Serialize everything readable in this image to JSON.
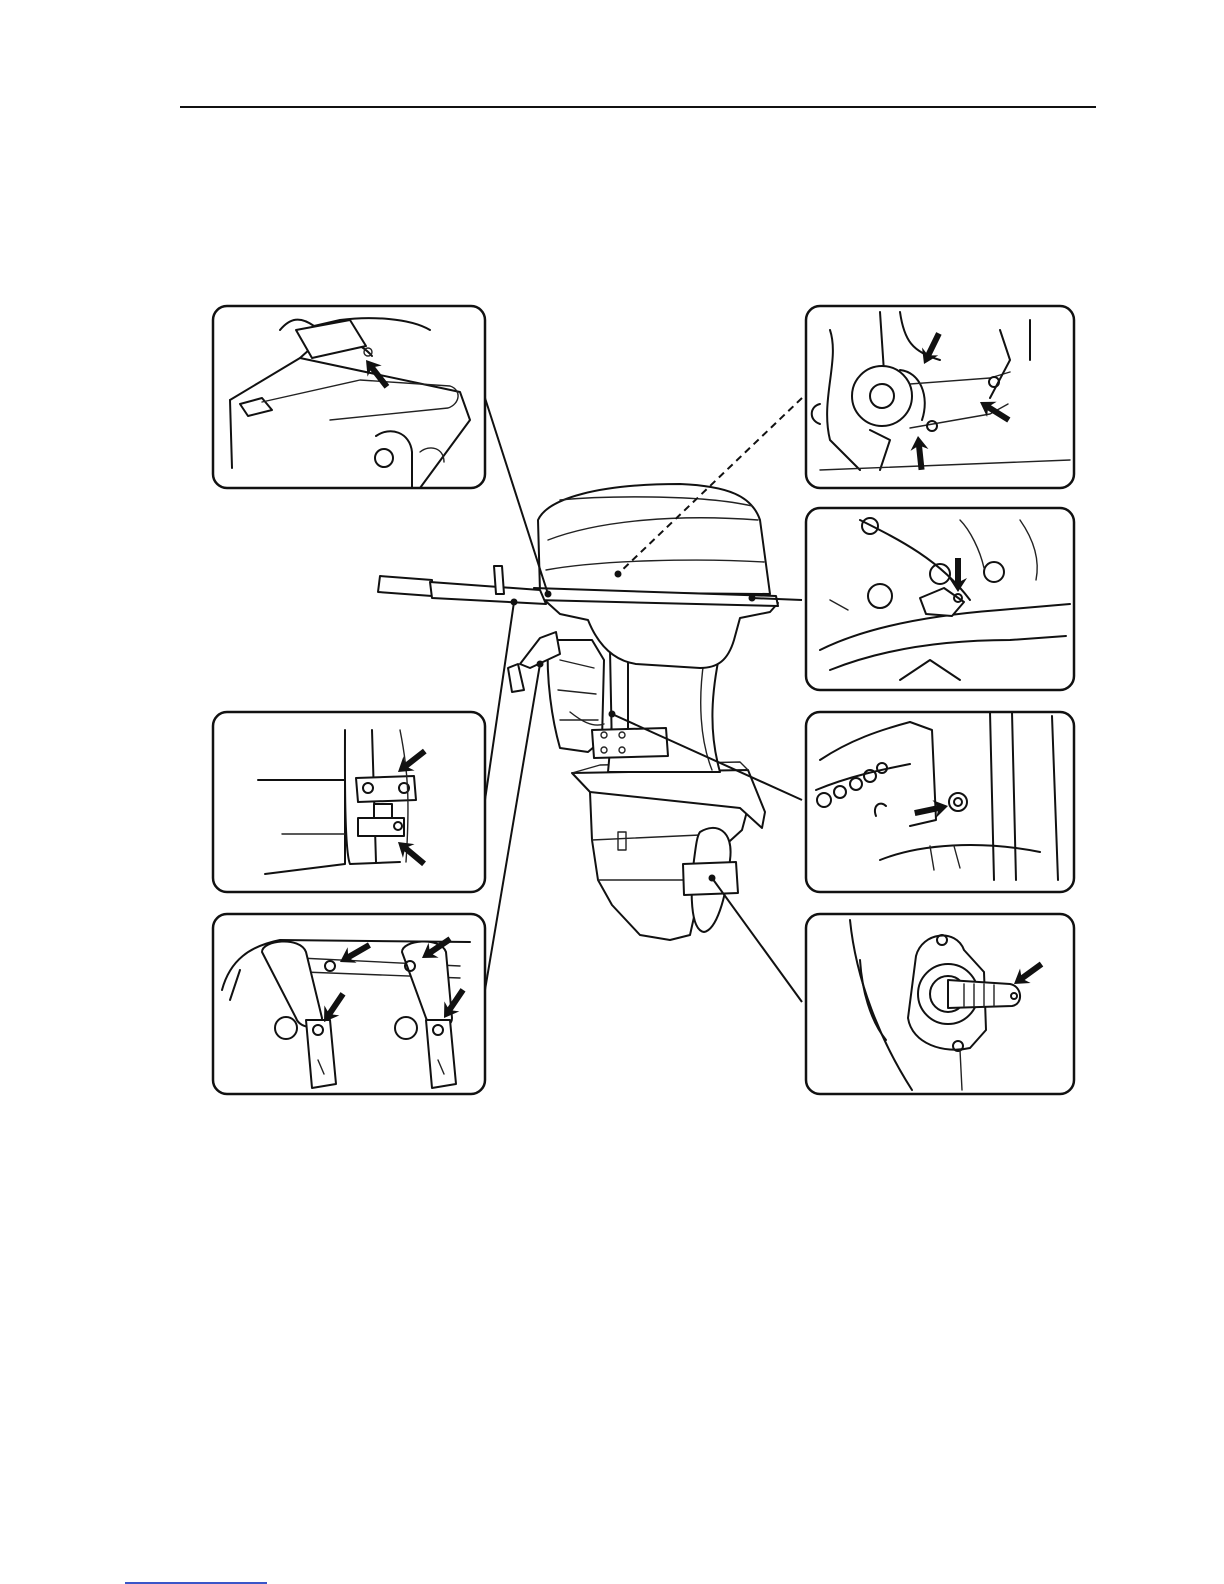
{
  "diagram": {
    "main_illustration": "outboard-motor",
    "callouts": [
      {
        "id": "tiller-handle-detail",
        "arrows": 1
      },
      {
        "id": "throttle-link-detail",
        "arrows": 3
      },
      {
        "id": "cowling-lever-detail",
        "arrows": 1
      },
      {
        "id": "bracket-pivot-detail",
        "arrows": 2
      },
      {
        "id": "tilt-grease-nipple-detail",
        "arrows": 1
      },
      {
        "id": "clamp-bracket-detail",
        "arrows": 4
      },
      {
        "id": "propeller-shaft-detail",
        "arrows": 1
      }
    ]
  },
  "colors": {
    "line": "#111111",
    "footer_link": "#3a56c8"
  }
}
